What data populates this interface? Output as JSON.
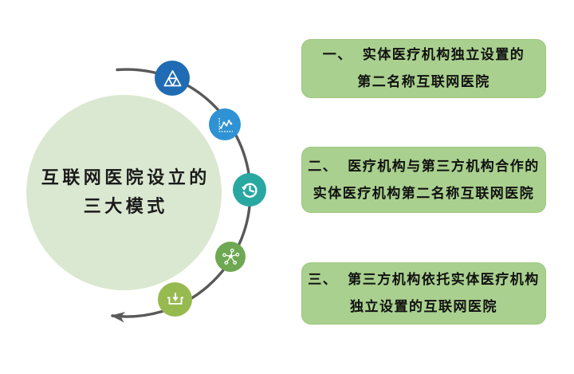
{
  "background": "#ffffff",
  "circle": {
    "title_line1": "互联网医院设立的",
    "title_line2": "三大模式",
    "fill": "#dbe8d1",
    "text_color": "#1a1a1a"
  },
  "arc": {
    "color": "#595959"
  },
  "icons": [
    {
      "name": "triangle-icon",
      "color": "#1f6cb4"
    },
    {
      "name": "line-chart-icon",
      "color": "#2f92d4"
    },
    {
      "name": "history-clock-icon",
      "color": "#29a8a2"
    },
    {
      "name": "network-hub-icon",
      "color": "#6ea852"
    },
    {
      "name": "download-icon",
      "color": "#97ba50"
    }
  ],
  "modes": [
    {
      "number": "一、",
      "line1": "实体医疗机构独立设置的",
      "line2": "第二名称互联网医院"
    },
    {
      "number": "二、",
      "line1": "医疗机构与第三方机构合作的",
      "line2": "实体医疗机构第二名称互联网医院"
    },
    {
      "number": "三、",
      "line1": "第三方机构依托实体医疗机构",
      "line2": "独立设置的互联网医院"
    }
  ],
  "mode_box": {
    "fill": "#a9d08e",
    "border": "#9cc77e",
    "text_color": "#111111"
  }
}
